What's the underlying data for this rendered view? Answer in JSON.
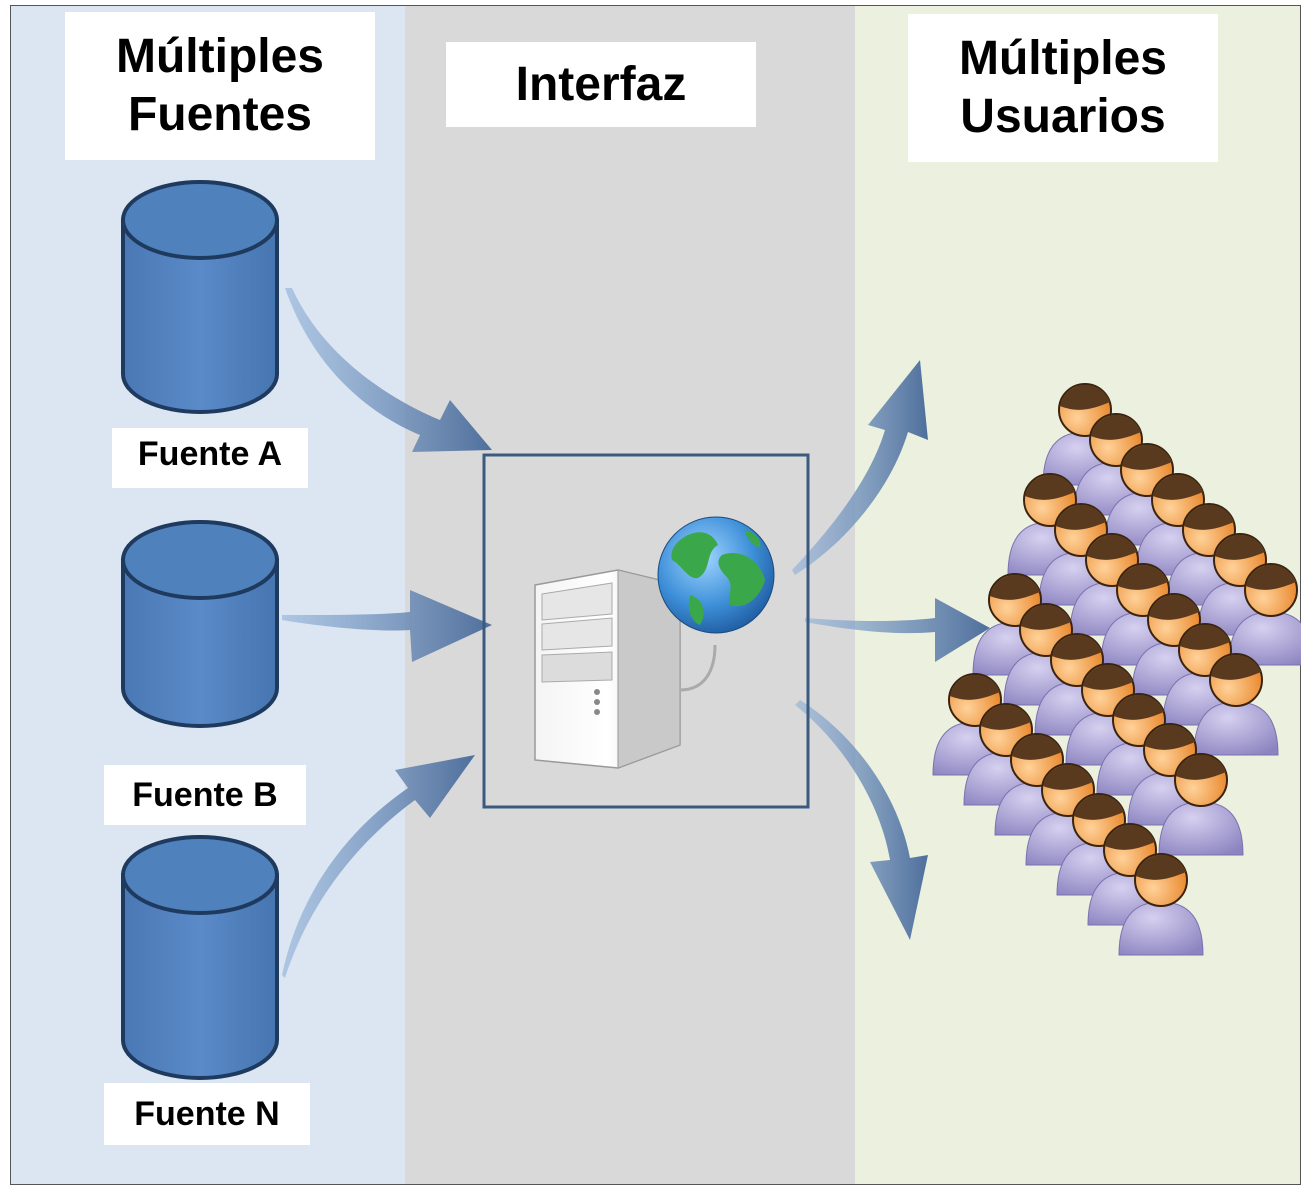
{
  "columns": {
    "sources": {
      "title": "Múltiples\nFuentes"
    },
    "interface": {
      "title": "Interfaz"
    },
    "users": {
      "title": "Múltiples\nUsuarios"
    }
  },
  "sources": [
    {
      "label": "Fuente A"
    },
    {
      "label": "Fuente B"
    },
    {
      "label": "Fuente N"
    }
  ],
  "colors": {
    "sources_bg": "#dce6f2",
    "interface_bg": "#d9d9d9",
    "users_bg": "#ebf1de",
    "cylinder_fill": "#4f81bd",
    "cylinder_stroke": "#243f60",
    "arrow": "#5b7fae",
    "box_stroke": "#3a5a80",
    "user_body": "#9a93c9",
    "user_head": "#f2a65a",
    "user_hair": "#5a3a1e"
  },
  "icons": [
    "database-icon",
    "server-icon",
    "globe-icon",
    "user-icon"
  ]
}
